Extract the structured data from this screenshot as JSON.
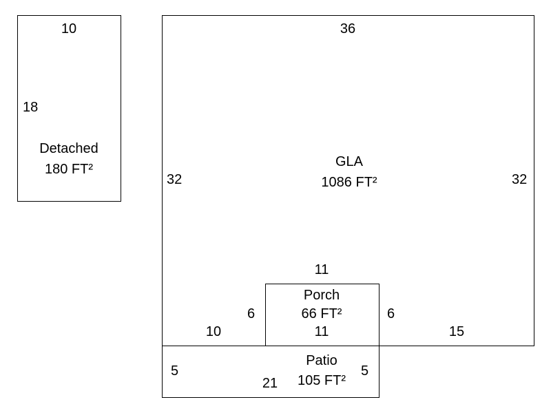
{
  "sketch": {
    "detached": {
      "name": "Detached",
      "area": "180 FT²",
      "dim_top": "10",
      "dim_left": "18"
    },
    "gla": {
      "name": "GLA",
      "area": "1086 FT²",
      "dim_top": "36",
      "dim_left": "32",
      "dim_right": "32",
      "dim_bottom_left": "10",
      "dim_bottom_right": "15"
    },
    "porch": {
      "name": "Porch",
      "area": "66 FT²",
      "dim_top": "11",
      "dim_bottom": "11",
      "dim_left": "6",
      "dim_right": "6"
    },
    "patio": {
      "name": "Patio",
      "area": "105 FT²",
      "dim_left": "5",
      "dim_right": "5",
      "dim_bottom": "21"
    }
  }
}
